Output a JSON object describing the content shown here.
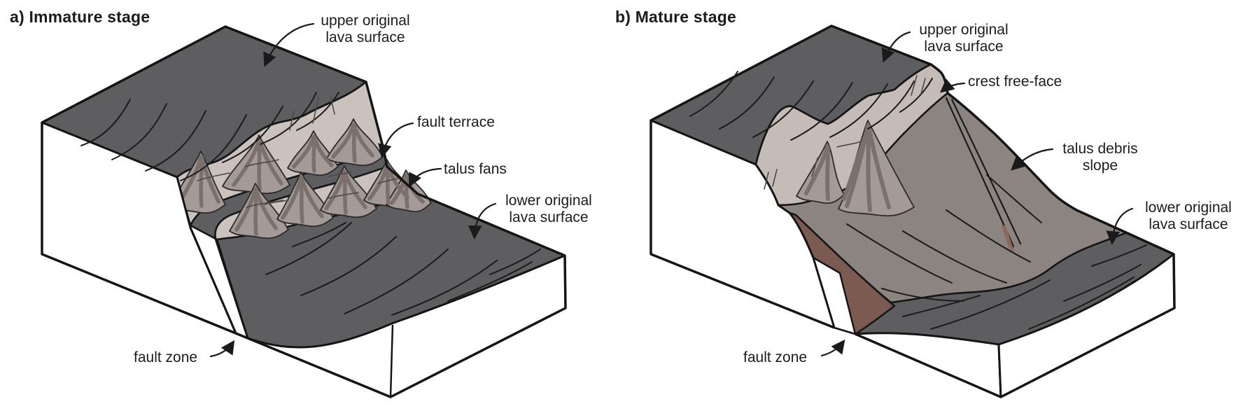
{
  "colors": {
    "background": "#ffffff",
    "outline": "#151515",
    "lava_surface": "#5e5d60",
    "scarp_face": "#cbc2bd",
    "free_face": "#c6bcb7",
    "talus_fan": "#a49a98",
    "talus_streak": "#7c706c",
    "debris_slope": "#8b8480",
    "fault_wedge": "#7b5a51",
    "block_face": "#ffffff",
    "label_text": "#1c1c1c"
  },
  "panels": [
    {
      "id": "a",
      "title": "a) Immature stage",
      "labels": {
        "upper_surface": "upper original\nlava surface",
        "fault_terrace": "fault terrace",
        "talus_fans": "talus fans",
        "lower_surface": "lower original\nlava surface",
        "fault_zone": "fault zone"
      }
    },
    {
      "id": "b",
      "title": "b) Mature stage",
      "labels": {
        "upper_surface": "upper original\nlava surface",
        "crest_free_face": "crest free-face",
        "talus_debris_slope": "talus debris\nslope",
        "lower_surface": "lower original\nlava surface",
        "fault_zone": "fault zone"
      }
    }
  ]
}
